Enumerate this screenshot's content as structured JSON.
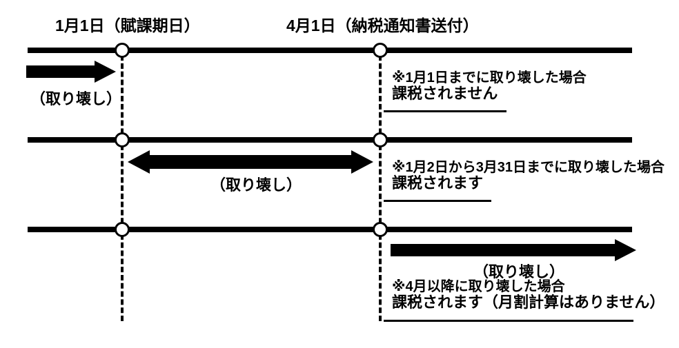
{
  "diagram": {
    "title_labels": [
      {
        "id": "jan",
        "text": "1月1日（賦課期日）"
      },
      {
        "id": "apr",
        "text": "4月1日（納税通知書送付）"
      }
    ],
    "rows": [
      {
        "id": "row1",
        "arrow_caption": "（取り壊し）",
        "note_condition": "※1月1日までに取り壊した場合",
        "note_result": "課税されません"
      },
      {
        "id": "row2",
        "arrow_caption": "（取り壊し）",
        "note_condition": "※1月2日から3月31日までに取り壊した場合",
        "note_result": "課税されます"
      },
      {
        "id": "row3",
        "arrow_caption": "（取り壊し）",
        "note_condition": "※4月以降に取り壊した場合",
        "note_result": "課税されます（月割計算はありません）"
      }
    ],
    "colors": {
      "ink": "#000000",
      "paper": "#ffffff"
    }
  }
}
